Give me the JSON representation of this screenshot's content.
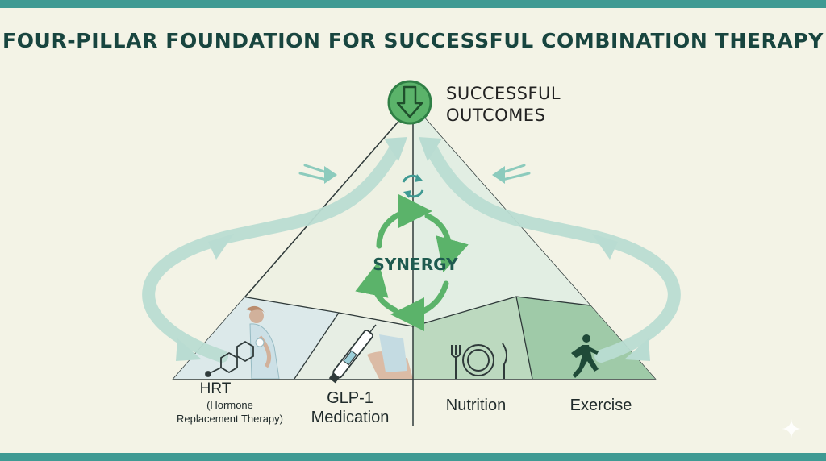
{
  "title": "FOUR-PILLAR FOUNDATION FOR SUCCESSFUL COMBINATION THERAPY",
  "outcome": {
    "line1": "SUCCESSFUL",
    "line2": "OUTCOMES"
  },
  "synergy": "SYNERGY",
  "pillars": {
    "hrt": {
      "label": "HRT",
      "sub1": "(Hormone",
      "sub2": "Replacement Therapy)"
    },
    "glp": {
      "line1": "GLP-1",
      "line2": "Medication"
    },
    "nutrition": {
      "label": "Nutrition"
    },
    "exercise": {
      "label": "Exercise"
    }
  },
  "colors": {
    "accent": "#3f9a93",
    "green": "#5bb36a",
    "dark_green": "#2f7f45",
    "arrow_teal": "#b9dcd2",
    "title": "#18453f"
  },
  "icons": [
    "down-arrow-circle-icon",
    "refresh-icon",
    "molecule-icon",
    "pen-injector-icon",
    "fork-plate-knife-icon",
    "running-person-icon",
    "sparkle-icon"
  ]
}
